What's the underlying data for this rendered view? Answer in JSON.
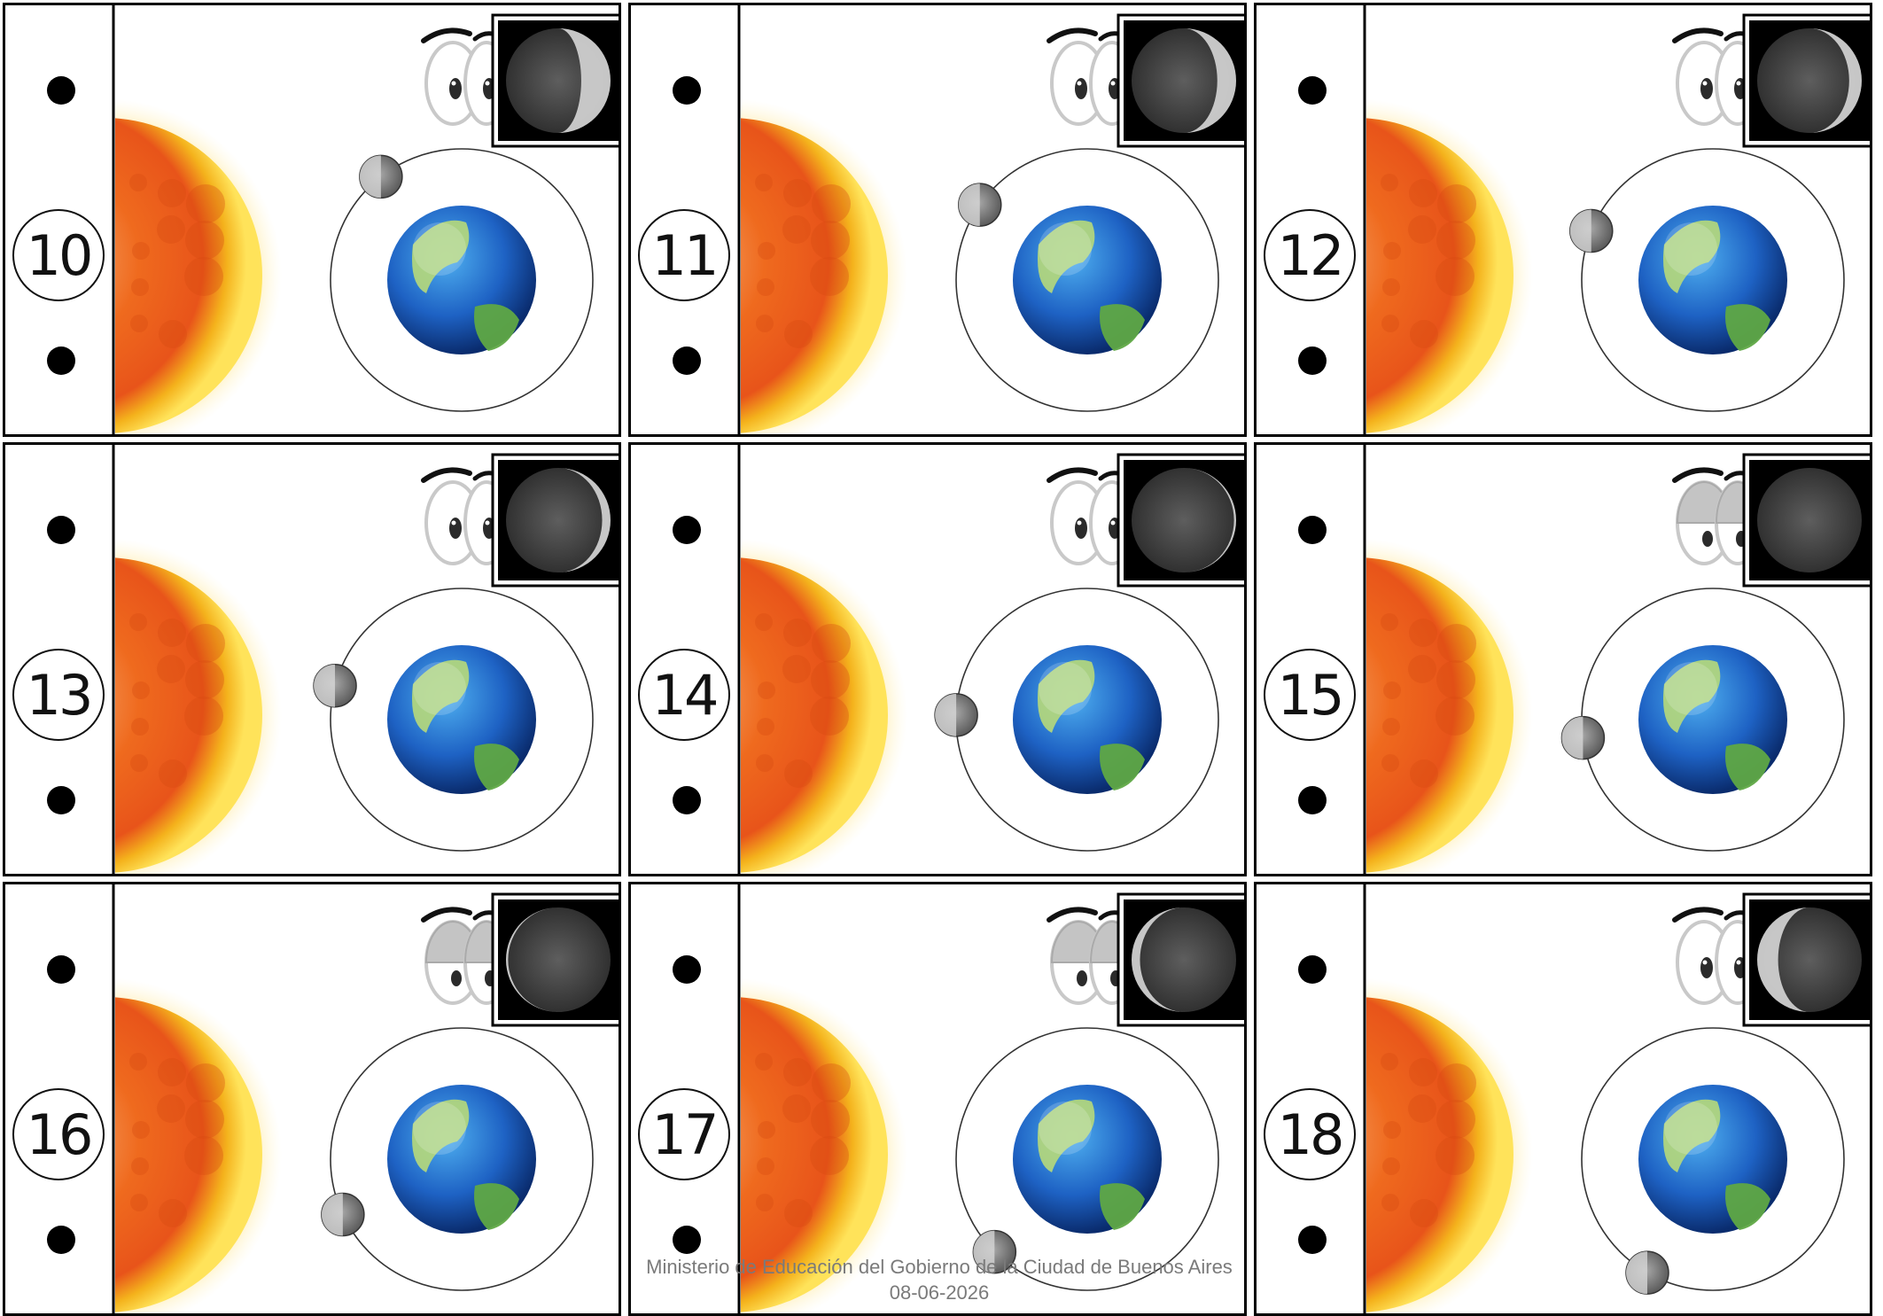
{
  "cards": [
    {
      "number": "10",
      "moon_angle_deg": 128,
      "visible_phase": "waning-crescent",
      "lit_side": "right",
      "lit_fraction": 0.28,
      "eyes": "open"
    },
    {
      "number": "11",
      "moon_angle_deg": 145,
      "visible_phase": "waning-crescent",
      "lit_side": "right",
      "lit_fraction": 0.18,
      "eyes": "open"
    },
    {
      "number": "12",
      "moon_angle_deg": 158,
      "visible_phase": "waning-crescent",
      "lit_side": "right",
      "lit_fraction": 0.12,
      "eyes": "open"
    },
    {
      "number": "13",
      "moon_angle_deg": 165,
      "visible_phase": "waning-crescent",
      "lit_side": "right",
      "lit_fraction": 0.08,
      "eyes": "open"
    },
    {
      "number": "14",
      "moon_angle_deg": 178,
      "visible_phase": "new-moon",
      "lit_side": "right",
      "lit_fraction": 0.02,
      "eyes": "open"
    },
    {
      "number": "15",
      "moon_angle_deg": 188,
      "visible_phase": "new-moon",
      "lit_side": "left",
      "lit_fraction": 0.0,
      "eyes": "half-closed"
    },
    {
      "number": "16",
      "moon_angle_deg": 205,
      "visible_phase": "new-moon",
      "lit_side": "left",
      "lit_fraction": 0.02,
      "eyes": "half-closed"
    },
    {
      "number": "17",
      "moon_angle_deg": 225,
      "visible_phase": "waxing-crescent",
      "lit_side": "left",
      "lit_fraction": 0.08,
      "eyes": "half-closed"
    },
    {
      "number": "18",
      "moon_angle_deg": 240,
      "visible_phase": "waxing-crescent",
      "lit_side": "left",
      "lit_fraction": 0.2,
      "eyes": "open"
    }
  ],
  "footer": {
    "line1": "Ministerio de Educación del Gobierno de la Ciudad de Buenos Aires",
    "line2": "08-06-2026"
  }
}
